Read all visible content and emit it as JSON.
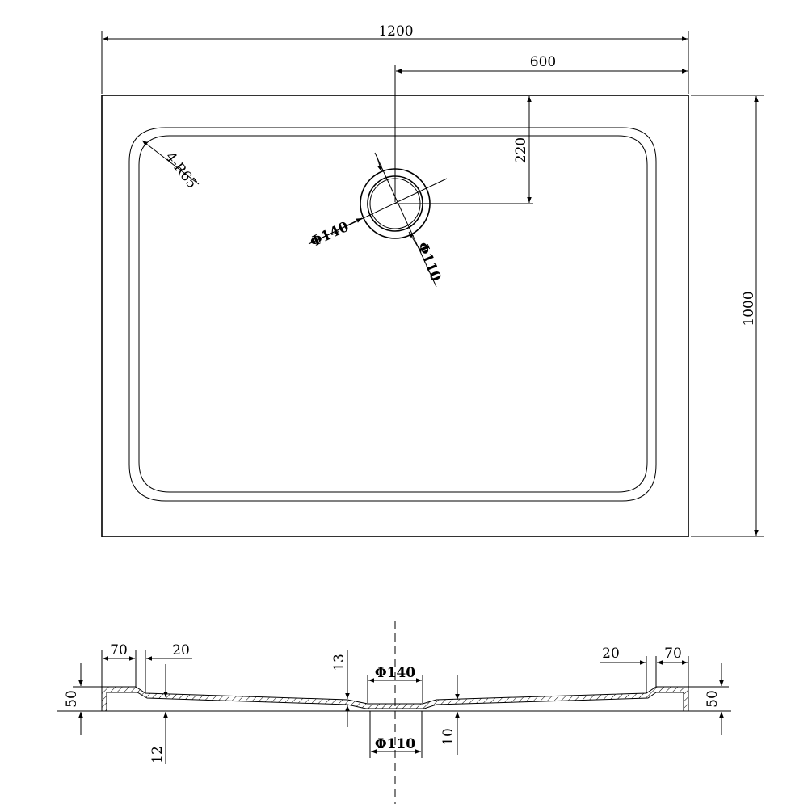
{
  "drawing": {
    "plan_view": {
      "width_label": "1200",
      "drain_offset_x_label": "600",
      "drain_offset_y_label": "220",
      "height_label": "1000",
      "corner_radius_label": "4-R65",
      "outer_diameter_label": "Φ140",
      "inner_diameter_label": "Φ110"
    },
    "section_view": {
      "left_rim_label": "70",
      "left_slope_label": "20",
      "right_slope_label": "20",
      "right_rim_label": "70",
      "left_height_label": "50",
      "right_height_label": "50",
      "depth_label": "13",
      "base_thickness_label": "12",
      "drain_outer_label": "Φ140",
      "drain_inner_label": "Φ110",
      "drain_depth_label": "10"
    }
  }
}
